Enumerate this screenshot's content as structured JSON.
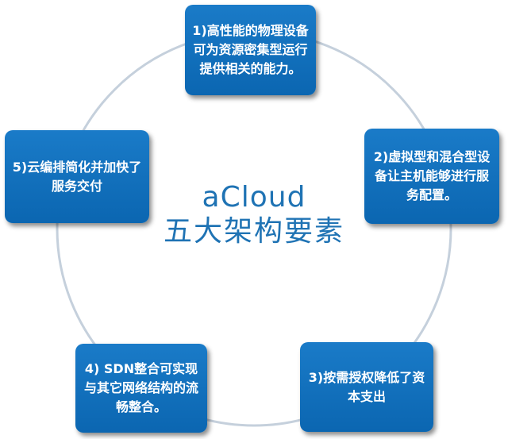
{
  "diagram": {
    "center": {
      "title": "aCloud",
      "subtitle": "五大架构要素"
    },
    "nodes": [
      {
        "id": "box1",
        "label": "1)高性能的物理设备可为资源密集型运行提供相关的能力。"
      },
      {
        "id": "box2",
        "label": "2)虚拟型和混合型设备让主机能够进行服务配置。"
      },
      {
        "id": "box3",
        "label": "3)按需授权降低了资本支出"
      },
      {
        "id": "box4",
        "label": "4) SDN整合可实现与其它网络结构的流畅整合。"
      },
      {
        "id": "box5",
        "label": "5)云编排简化并加快了服务交付"
      }
    ],
    "colors": {
      "box_fill": "#0f6fbd",
      "ring_stroke": "#c5d0dc",
      "center_text": "#1f73b4"
    }
  }
}
